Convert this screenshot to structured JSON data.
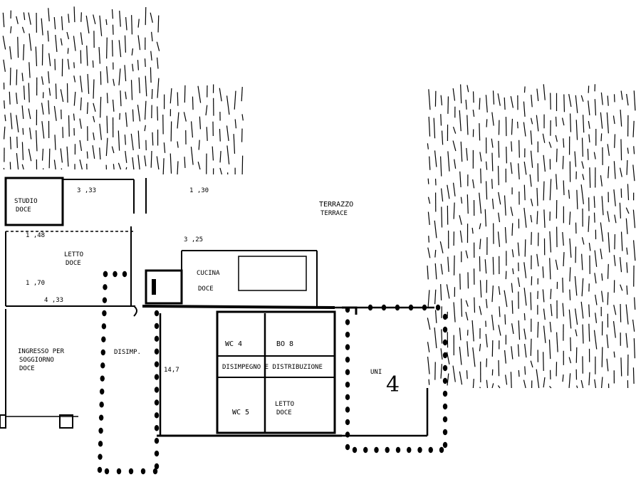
{
  "plan": {
    "unit_number": "4",
    "unit_prefix": "UNI",
    "labels": {
      "terrazzo": "TERRAZZO",
      "terrazzo_sub": "TERRACE",
      "studio_top": "STUDIO",
      "studio_sub": "DOCE",
      "room_left_mid": "LETTO",
      "room_left_mid_sub": "DOCE",
      "room_kitchen": "CUCINA",
      "room_kitchen_sub": "DOCE",
      "room_bottom_left": "INGRESSO PER",
      "room_bottom_left_2": "SOGGIORNO",
      "room_bottom_left_3": "DOCE",
      "corridor": "DISIMP.",
      "bath_small": "WC 4",
      "bath_2": "BO 8",
      "corridor_bar": "DISIMPEGNO E DISTRIBUZIONE",
      "bath_3": "WC 5",
      "room_bottom_right": "LETTO",
      "room_bottom_right_sub": "DOCE",
      "dim_a": "3 ,33",
      "dim_b": "1 ,30",
      "dim_c": "3 ,25",
      "dim_d": "1 ,48",
      "dim_e": "1 ,70",
      "dim_f": "14,7",
      "dim_g": "4 ,33"
    }
  },
  "colors": {
    "ink": "#000000",
    "paper": "#ffffff"
  }
}
